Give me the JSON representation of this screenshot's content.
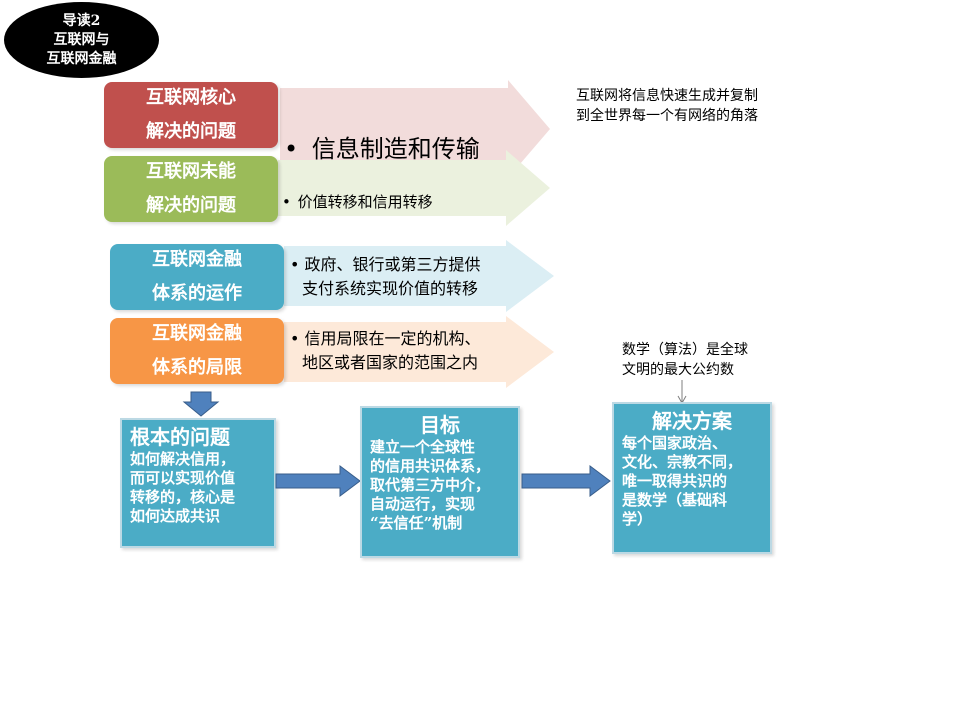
{
  "title": {
    "line1": "导读2",
    "line2": "互联网与",
    "line3": "互联网金融"
  },
  "rows": [
    {
      "label_line1": "互联网核心",
      "label_line2": "解决的问题",
      "bullet": "信息制造和传输",
      "color": "#c0504d",
      "arrow_color": "#f2dcdb"
    },
    {
      "label_line1": "互联网未能",
      "label_line2": "解决的问题",
      "bullet": "价值转移和信用转移",
      "color": "#9bbb59",
      "arrow_color": "#ebf1de"
    },
    {
      "label_line1": "互联网金融",
      "label_line2": "体系的运作",
      "bullet_line1": "政府、银行或第三方提供",
      "bullet_line2": "支付系统实现价值的转移",
      "color": "#4bacc6",
      "arrow_color": "#dbeef4"
    },
    {
      "label_line1": "互联网金融",
      "label_line2": "体系的局限",
      "bullet_line1": "信用局限在一定的机构、",
      "bullet_line2": "地区或者国家的范围之内",
      "color": "#f79646",
      "arrow_color": "#fde9d9"
    }
  ],
  "bullet_symbol": "•",
  "side_note": {
    "line1": "互联网将信息快速生成并复制",
    "line2": "到全世界每一个有网络的角落"
  },
  "math_note": {
    "line1": "数学（算法）是全球",
    "line2": "文明的最大公约数"
  },
  "boxes": [
    {
      "title": "根本的问题",
      "body": [
        "如何解决信用，",
        "而可以实现价值",
        "转移的，核心是",
        "如何达成共识"
      ]
    },
    {
      "title": "目标",
      "body": [
        "建立一个全球性",
        "的信用共识体系，",
        "取代第三方中介，",
        "自动运行，实现",
        "“去信任”机制"
      ]
    },
    {
      "title": "解决方案",
      "body": [
        "每个国家政治、",
        "文化、宗教不同，",
        "唯一取得共识的",
        "是数学（基础科",
        "学）"
      ]
    }
  ],
  "colors": {
    "teal": "#4bacc6",
    "blue_arrow": "#4f81bd"
  }
}
